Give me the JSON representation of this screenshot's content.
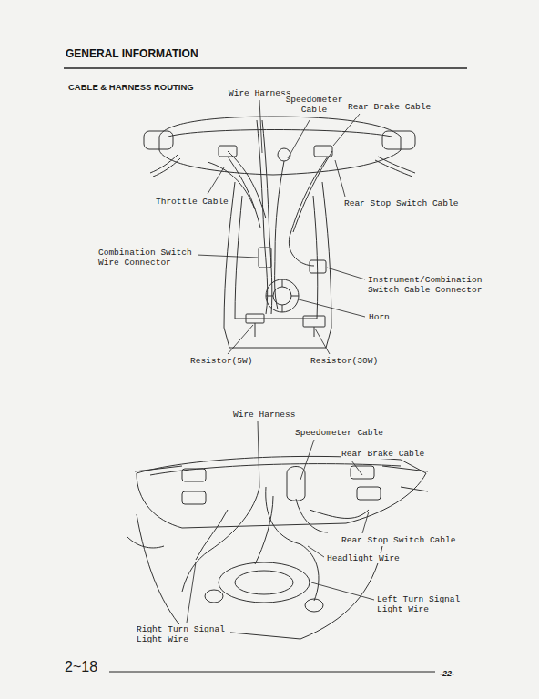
{
  "diagram": {
    "title": "GENERAL INFORMATION",
    "labels": [
      "CABLE & HARNESS ROUTING",
      "Wire Harness",
      "Speedometer Cable",
      "Rear Brake Cable",
      "Throttle Cable",
      "Rear Stop Switch Cable",
      "Combination Switch Wire Connector",
      "Instrument/Combination Switch Cable Connector",
      "Horn",
      "Resistor(5W)",
      "Resistor(30W)",
      "Wire Harness",
      "Speedometer Cable",
      "Rear Brake Cable",
      "Rear Stop Switch Cable",
      "Headlight Wire",
      "Left Turn Signal Light Wire",
      "Right Turn Signal Light Wire",
      "2~18",
      "-22-"
    ]
  }
}
